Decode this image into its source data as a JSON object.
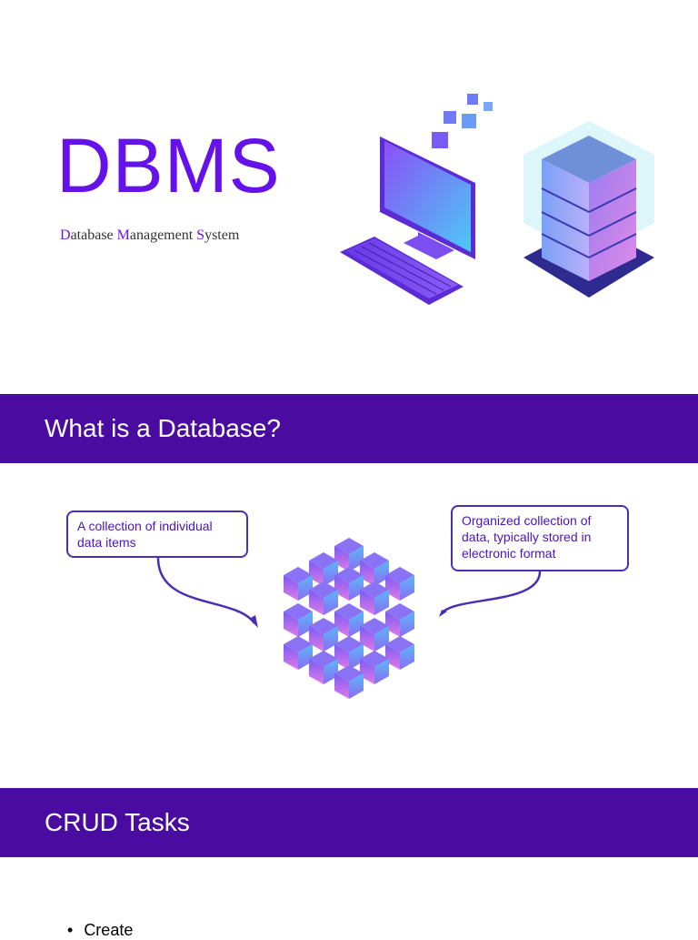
{
  "title_slide": {
    "title": "DBMS",
    "subtitle": {
      "part1_initial": "D",
      "part1_rest": "atabase ",
      "part2_initial": "M",
      "part2_rest": "anagement ",
      "part3_initial": "S",
      "part3_rest": "ystem"
    }
  },
  "section1": {
    "heading": "What is a Database?",
    "callout_left": "A collection of individual data items",
    "callout_right": "Organized collection of data, typically stored in electronic format"
  },
  "section2": {
    "heading": "CRUD Tasks",
    "bullets": [
      "Create"
    ]
  },
  "colors": {
    "accent": "#6411ea",
    "banner": "#4a0ca0",
    "callout_border": "#4a2fb0"
  },
  "icons": [
    "computer-illustration",
    "server-illustration",
    "cube-cluster-illustration"
  ]
}
